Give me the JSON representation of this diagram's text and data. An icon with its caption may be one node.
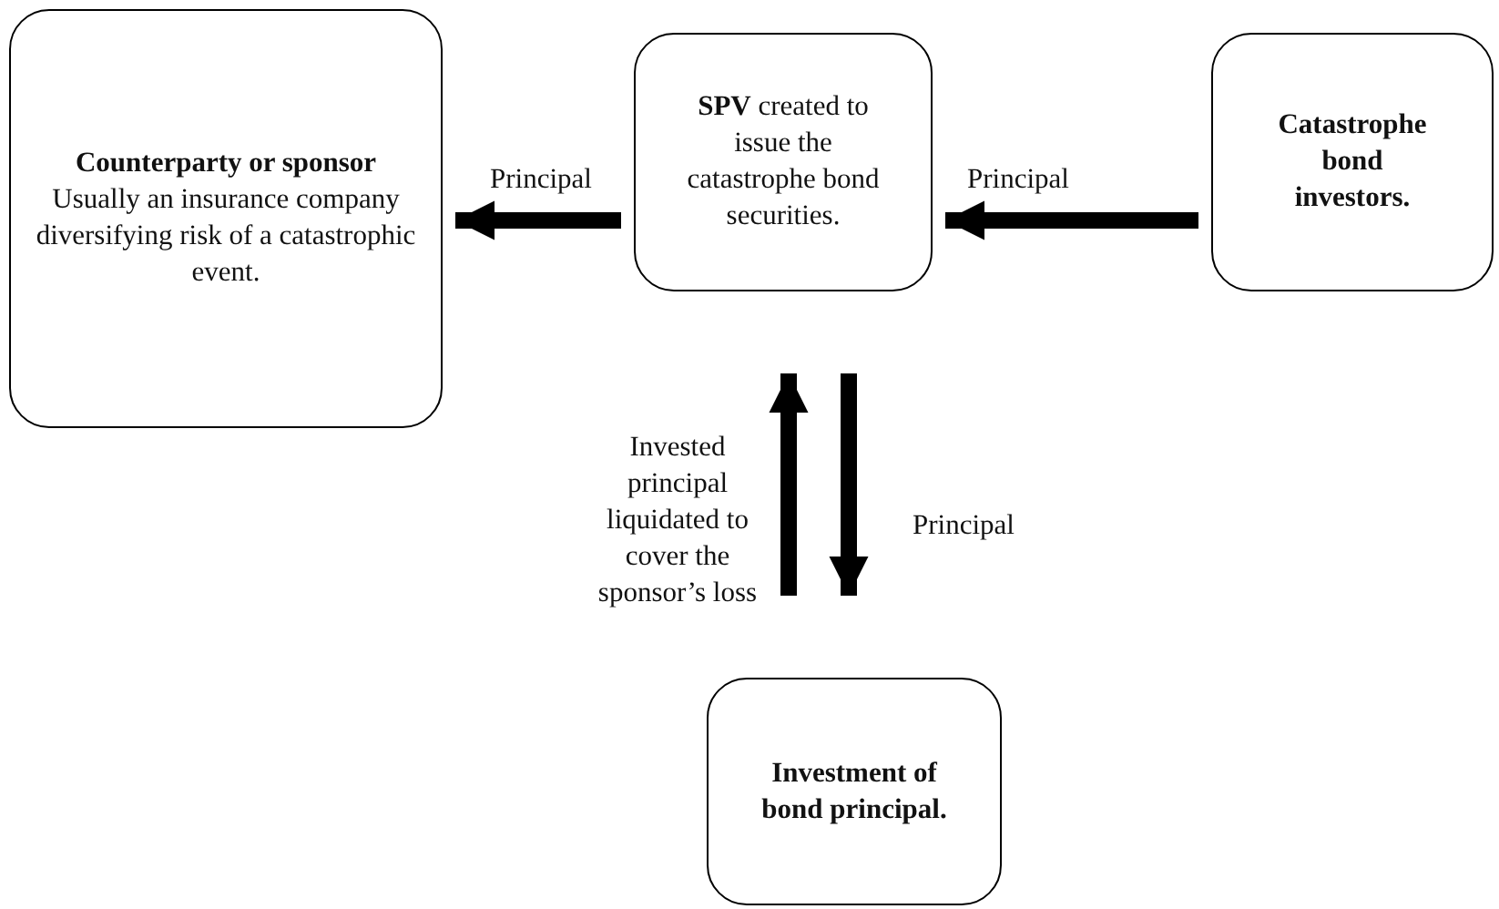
{
  "diagram": {
    "nodes": [
      {
        "text": [
          "Counterparty or sponsor",
          "Usually an insurance company diversifying risk of a catastrophic event."
        ]
      },
      {
        "text": [
          "**SPV** created to issue the catastrophe bond securities."
        ]
      },
      {
        "text": [
          "Catastrophe bond investors."
        ]
      },
      {
        "text": [
          "Investment of bond principal."
        ]
      }
    ],
    "edges": [
      {
        "from": 1,
        "to": 0,
        "arrow": "to",
        "label": "Principal"
      },
      {
        "from": 2,
        "to": 1,
        "arrow": "to",
        "label": "Principal"
      },
      {
        "from": 3,
        "to": 1,
        "arrow": "to",
        "label": "Invested principal liquidated to cover the sponsor’s loss"
      },
      {
        "from": 1,
        "to": 3,
        "arrow": "to",
        "label": "Principal"
      }
    ]
  }
}
